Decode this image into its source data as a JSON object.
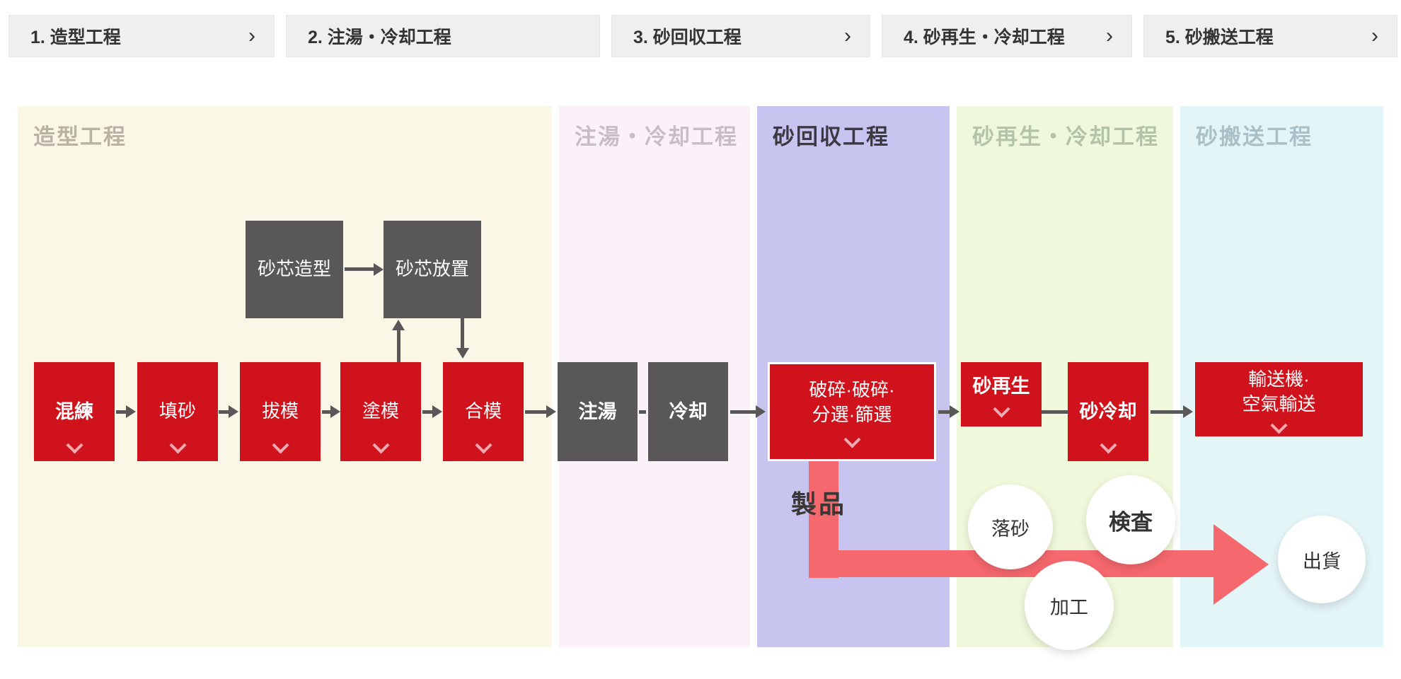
{
  "tabs": [
    {
      "label": "1. 造型工程",
      "chevron": "›"
    },
    {
      "label": "2. 注湯・冷却工程",
      "chevron": ""
    },
    {
      "label": "3. 砂回収工程",
      "chevron": "›"
    },
    {
      "label": "4. 砂再生・冷却工程",
      "chevron": "›"
    },
    {
      "label": "5. 砂搬送工程",
      "chevron": "›"
    }
  ],
  "sections": [
    {
      "title": "造型工程",
      "bg": "#fbf7e6",
      "title_color": "#b9b3a6",
      "active": false
    },
    {
      "title": "注湯・冷却工程",
      "bg": "#fbf2f9",
      "title_color": "#c9bcc5",
      "active": false
    },
    {
      "title": "砂回収工程",
      "bg": "#c7c4ef",
      "title_color": "#3b3942",
      "active": true
    },
    {
      "title": "砂再生・冷却工程",
      "bg": "#eff8da",
      "title_color": "#b3c3aa",
      "active": false
    },
    {
      "title": "砂搬送工程",
      "bg": "#e4f5f7",
      "title_color": "#a9c0c6",
      "active": false
    }
  ],
  "nodes": {
    "core_making": "砂芯造型",
    "core_setting": "砂芯放置",
    "kneading": "混練",
    "sand_filling": "填砂",
    "stripping": "拔模",
    "coating": "塗模",
    "closing": "合模",
    "pouring": "注湯",
    "cooling": "冷却",
    "crushing_line1": "破碎·破碎·",
    "crushing_line2": "分選·篩選",
    "sand_reclamation": "砂再生",
    "sand_cooling": "砂冷却",
    "conveyor_line1": "輸送機·",
    "conveyor_line2": "空氣輸送"
  },
  "product_flow": {
    "product_label": "製品",
    "shakeout": "落砂",
    "inspection": "検査",
    "machining": "加工",
    "shipping": "出貨"
  },
  "colors": {
    "box_red": "#cf121b",
    "box_dark": "#595757",
    "arrow_gray": "#595757",
    "flow_salmon": "#f5686d",
    "chevron_pink": "#f0a9b1",
    "tab_bg": "#efefef",
    "tab_text": "#333333"
  }
}
